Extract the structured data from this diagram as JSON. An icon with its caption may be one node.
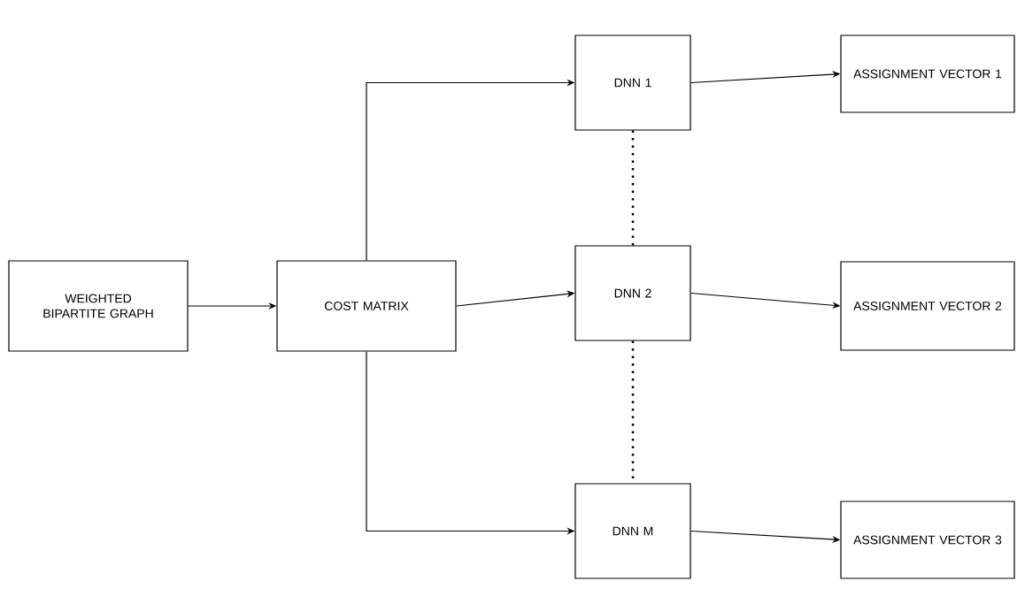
{
  "diagram": {
    "nodes": [
      {
        "text": [
          "WEIGHTED BIPARTITE GRAPH"
        ]
      },
      {
        "text": [
          "COST MATRIX"
        ]
      },
      {
        "text": [
          "DNN 1"
        ]
      },
      {
        "text": [
          "DNN 2"
        ]
      },
      {
        "text": [
          "DNN M"
        ]
      },
      {
        "text": [
          "ASSIGNMENT VECTOR 1"
        ]
      },
      {
        "text": [
          "ASSIGNMENT VECTOR 2"
        ]
      },
      {
        "text": [
          "ASSIGNMENT VECTOR 3"
        ]
      }
    ],
    "edges": [
      {
        "from": 0,
        "to": 1,
        "arrow": "to"
      },
      {
        "from": 1,
        "to": 2,
        "arrow": "to"
      },
      {
        "from": 1,
        "to": 3,
        "arrow": "to"
      },
      {
        "from": 1,
        "to": 4,
        "arrow": "to"
      },
      {
        "from": 2,
        "to": 5,
        "arrow": "to"
      },
      {
        "from": 3,
        "to": 6,
        "arrow": "to"
      },
      {
        "from": 4,
        "to": 7,
        "arrow": "to"
      },
      {
        "from": 2,
        "to": 3,
        "arrow": "none",
        "style": "dashed"
      },
      {
        "from": 3,
        "to": 4,
        "arrow": "none",
        "style": "dashed"
      }
    ]
  }
}
